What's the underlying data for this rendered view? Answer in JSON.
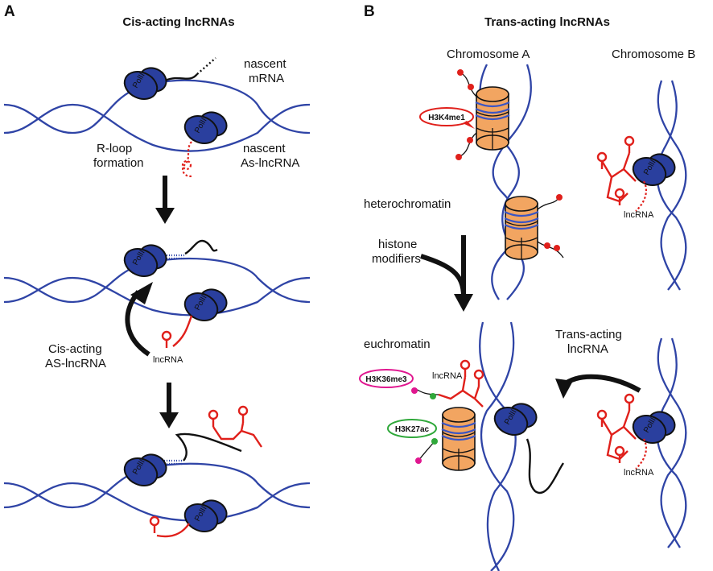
{
  "panels": {
    "a": {
      "letter": "A",
      "title": "Cis-acting lncRNAs",
      "labels": {
        "nascent_mrna": [
          "nascent",
          "mRNA"
        ],
        "rloop": [
          "R-loop",
          "formation"
        ],
        "nascent_as": [
          "nascent",
          "As-lncRNA"
        ],
        "cis_acting": [
          "Cis-acting",
          "AS-lncRNA"
        ],
        "lncrna": "lncRNA"
      }
    },
    "b": {
      "letter": "B",
      "title": "Trans-acting lncRNAs",
      "labels": {
        "chrom_a": "Chromosome A",
        "chrom_b": "Chromosome B",
        "heterochromatin": "heterochromatin",
        "histone_modifiers": [
          "histone",
          "modifiers"
        ],
        "euchromatin": "euchromatin",
        "trans_acting": [
          "Trans-acting",
          "lncRNA"
        ],
        "lncrna": "lncRNA"
      },
      "marks": {
        "h3k4me1": "H3K4me1",
        "h3k36me3": "H3K36me3",
        "h3k27ac": "H3K27ac"
      }
    },
    "polii_label": "PolII"
  },
  "colors": {
    "dna": "#2f44a6",
    "polii": "#2a3f9e",
    "lncrna": "#e0201b",
    "nucleosome": "#f2a561",
    "h3k4me1": "#e0201b",
    "h3k36me3": "#e0168f",
    "h3k27ac": "#2fa83a"
  }
}
